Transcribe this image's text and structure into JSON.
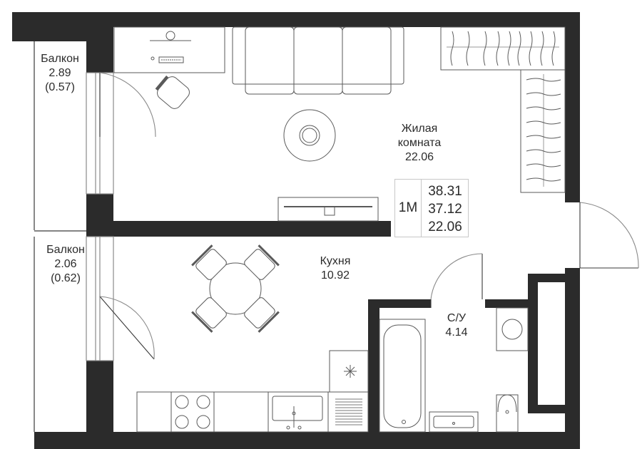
{
  "rooms": {
    "balcony_upper": {
      "name": "Балкон",
      "area": "2.89",
      "reduced_area": "(0.57)"
    },
    "balcony_lower": {
      "name": "Балкон",
      "area": "2.06",
      "reduced_area": "(0.62)"
    },
    "living_room": {
      "name_line1": "Жилая",
      "name_line2": "комната",
      "area": "22.06"
    },
    "kitchen": {
      "name": "Кухня",
      "area": "10.92"
    },
    "bathroom": {
      "name": "С/У",
      "area": "4.14"
    }
  },
  "summary": {
    "type": "1М",
    "total_area": "38.31",
    "area_without_balconies": "37.12",
    "living_area": "22.06"
  },
  "colors": {
    "wall": "#2b2b2b",
    "line": "#3a3a3a",
    "thin": "#9a9a9a",
    "background": "#ffffff"
  }
}
